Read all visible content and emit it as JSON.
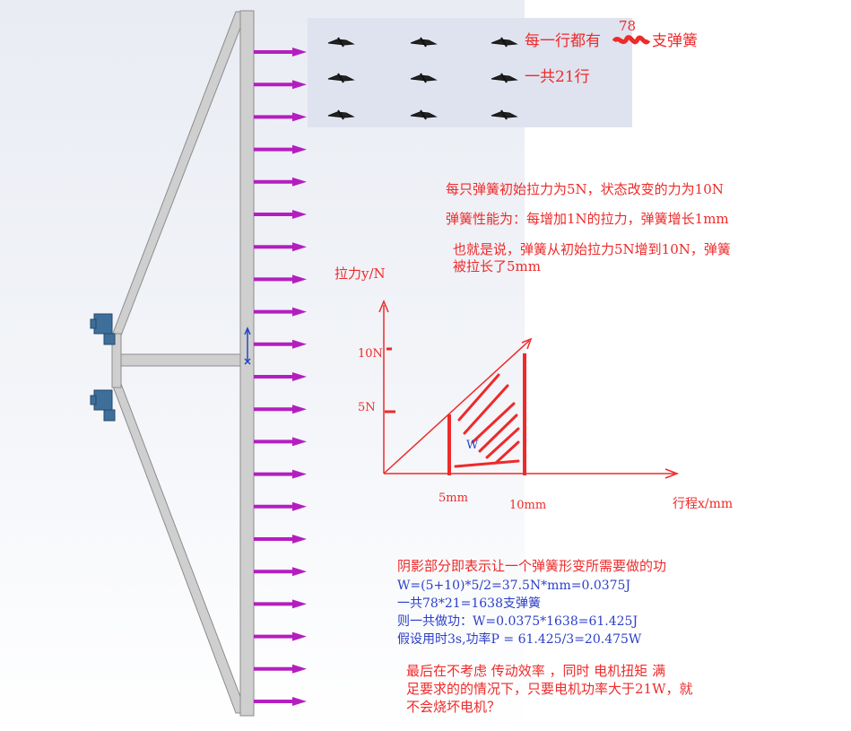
{
  "spring_note": {
    "count_marker": "78",
    "row_text_prefix": "每一行都有",
    "row_text_suffix": "支弹簧",
    "rows_text": "一共21行"
  },
  "properties": {
    "line1": "每只弹簧初始拉力为5N，状态改变的力为10N",
    "line2": "弹簧性能为：每增加1N的拉力，弹簧增长1mm",
    "line3": "也就是说，弹簧从初始拉力5N增到10N，弹簧",
    "line4": "被拉长了5mm"
  },
  "graph": {
    "y_axis_label": "拉力y/N",
    "x_axis_label": "行程x/mm",
    "y_tick_10": "10N",
    "y_tick_5": "5N",
    "x_tick_5": "5mm",
    "x_tick_10": "10mm",
    "area_label": "W"
  },
  "calculation": {
    "heading": "阴影部分即表示让一个弹簧形变所需要做的功",
    "line1": "W=(5+10)*5/2=37.5N*mm=0.0375J",
    "line2": "一共78*21=1638支弹簧",
    "line3": "则一共做功：W=0.0375*1638=61.425J",
    "line4": "假设用时3s,功率P = 61.425/3=20.475W"
  },
  "conclusion": {
    "line1": "最后在不考虑 传动效率 ，同时  电机扭矩 满",
    "line2": "足要求的的情况下，只要电机功率大于21W，就",
    "line3": "不会烧坏电机？"
  },
  "colors": {
    "annotation_red": "#ee2a2a",
    "annotation_blue": "#2b3fc8",
    "arrow_magenta": "#b41ec0",
    "frame_grey": "#c8c8c8",
    "motor_blue": "#3d6f9a"
  }
}
